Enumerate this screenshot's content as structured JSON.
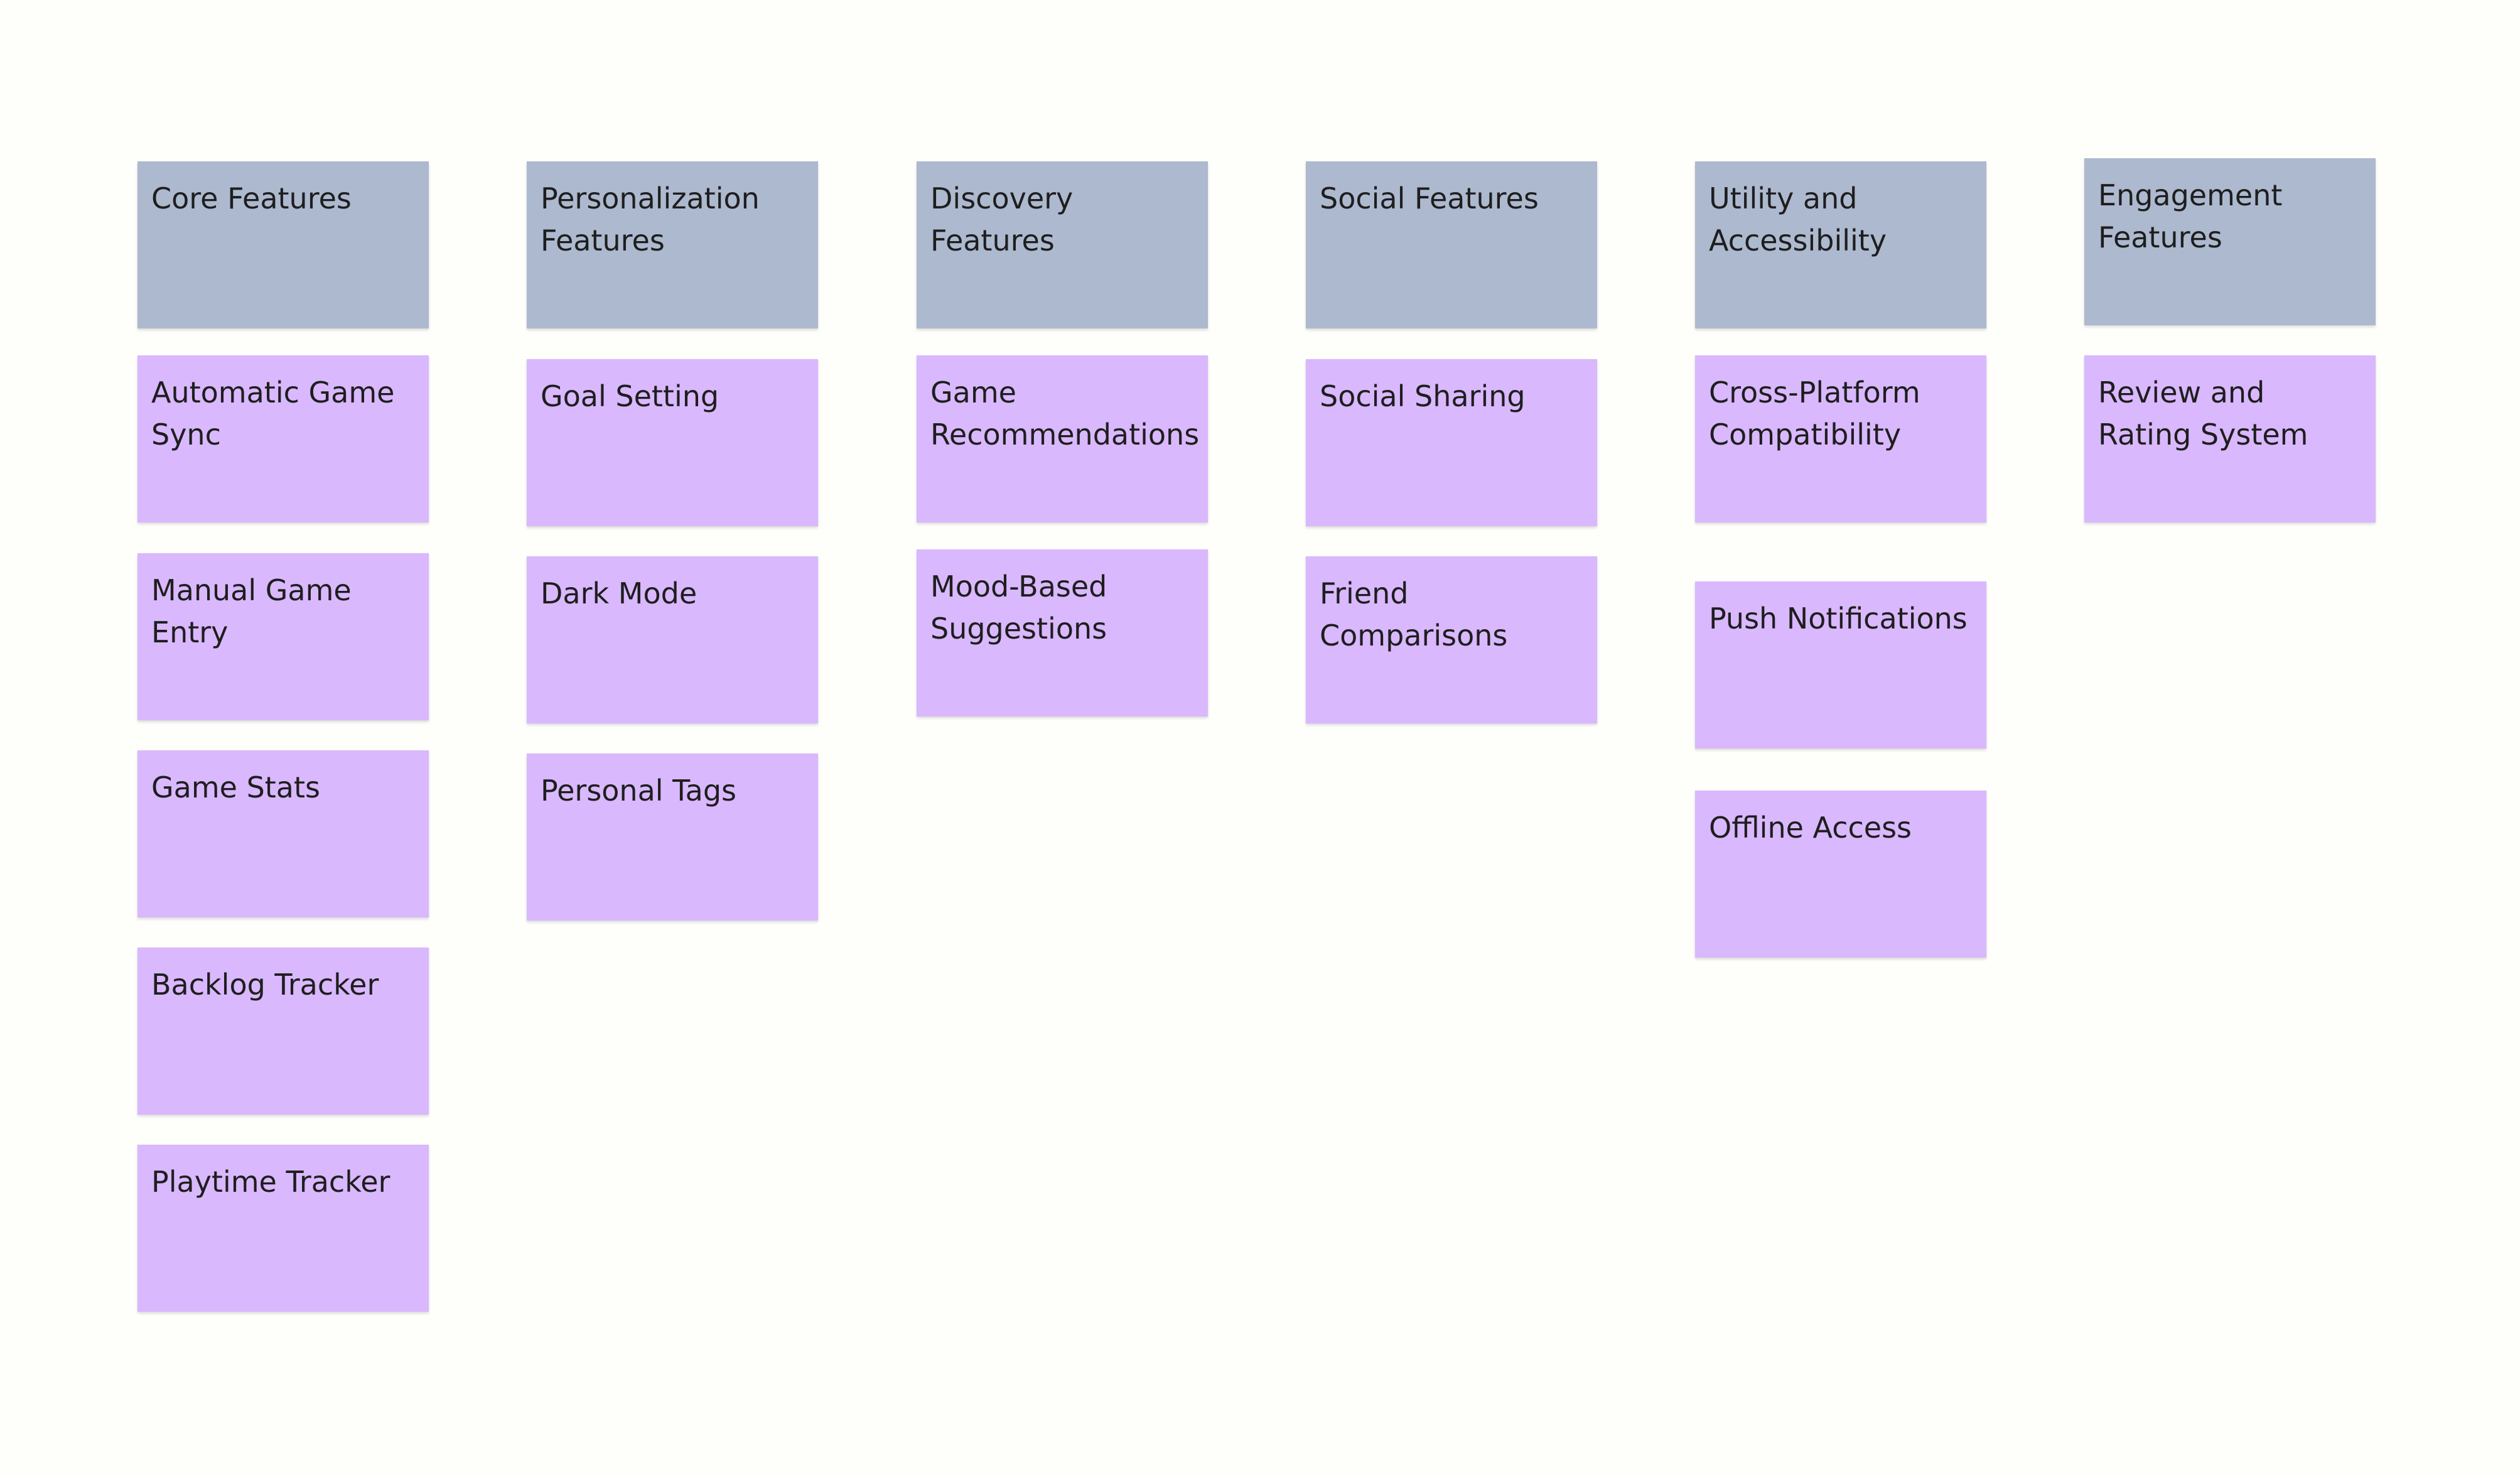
{
  "colors": {
    "background": "#fefefb",
    "header_sticky": "#adb9cf",
    "feature_sticky": "#d9b8fd",
    "text": "#1e1e1e"
  },
  "columns": [
    {
      "header": "Core Features",
      "items": [
        "Automatic Game Sync",
        "Manual Game Entry",
        "Game Stats",
        "Backlog Tracker",
        "Playtime Tracker"
      ]
    },
    {
      "header": "Personalization Features",
      "items": [
        "Goal Setting",
        "Dark Mode",
        "Personal Tags"
      ]
    },
    {
      "header": "Discovery Features",
      "items": [
        "Game Recommendations",
        "Mood-Based Suggestions"
      ]
    },
    {
      "header": "Social Features",
      "items": [
        "Social Sharing",
        "Friend Comparisons"
      ]
    },
    {
      "header": "Utility and Accessibility",
      "items": [
        "Cross-Platform Compatibility",
        "Push Notifications",
        "Offline Access"
      ]
    },
    {
      "header": "Engagement Features",
      "items": [
        "Review and Rating System"
      ]
    }
  ]
}
